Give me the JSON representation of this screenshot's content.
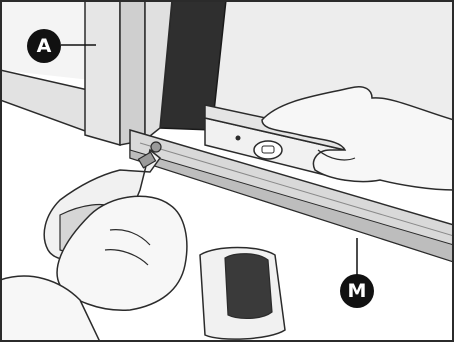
{
  "callouts": {
    "a": {
      "label": "A"
    },
    "m": {
      "label": "M"
    }
  },
  "colors": {
    "outline": "#2b2b2b",
    "fill_light": "#f1f1f1",
    "fill_mid": "#d9d9d9",
    "fill_dark": "#9a9a9a",
    "panel_dark": "#2f2f2f",
    "callout_bg": "#111111"
  },
  "icons": [
    "drill",
    "hand",
    "spirit-level",
    "screw",
    "door-frame",
    "threshold-profile"
  ]
}
